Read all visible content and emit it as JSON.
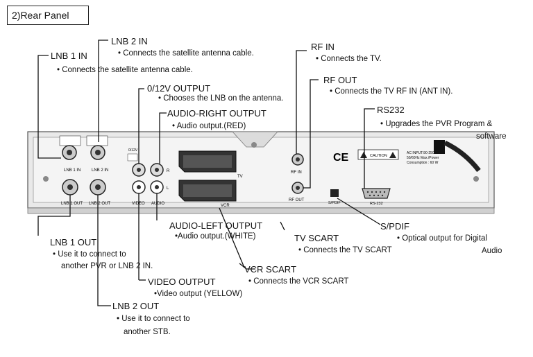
{
  "section_title": "2)Rear Panel",
  "bullet": "•",
  "callouts": {
    "lnb2_in": {
      "title": "LNB 2 IN",
      "desc": "Connects the satellite antenna cable."
    },
    "lnb1_in": {
      "title": "LNB 1 IN",
      "desc": "Connects the satellite antenna cable."
    },
    "v012_output": {
      "title": "0/12V OUTPUT",
      "desc": "Chooses the LNB on the antenna."
    },
    "audio_right": {
      "title": "AUDIO-RIGHT OUTPUT",
      "desc": "Audio output.(RED)"
    },
    "rf_in": {
      "title": "RF IN",
      "desc": "Connects the TV."
    },
    "rf_out": {
      "title": "RF OUT",
      "desc": "Connects the TV RF IN (ANT IN)."
    },
    "rs232": {
      "title": "RS232",
      "desc_line1": "Upgrades the PVR Program &",
      "desc_line2": "software"
    },
    "audio_left": {
      "title": "AUDIO-LEFT OUTPUT",
      "desc": "Audio output.(WHITE)"
    },
    "tv_scart": {
      "title": "TV SCART",
      "desc": "Connects the TV SCART"
    },
    "spdif": {
      "title": "S/PDIF",
      "desc_line1": "Optical output for Digital",
      "desc_line2": "Audio"
    },
    "lnb1_out": {
      "title": "LNB 1 OUT",
      "desc_line1": "Use it to connect to",
      "desc_line2": "another PVR or LNB 2 IN."
    },
    "vcr_scart": {
      "title": "VCR SCART",
      "desc": "Connects the VCR SCART"
    },
    "video_output": {
      "title": "VIDEO OUTPUT",
      "desc": "Video output (YELLOW)"
    },
    "lnb2_out": {
      "title": "LNB 2 OUT",
      "desc_line1": "Use it to connect to",
      "desc_line2": "another STB."
    }
  },
  "panel_labels": {
    "lnb1_in": "LNB 1 IN",
    "lnb2_in": "LNB 2 IN",
    "lnb1_out": "LNB 1 OUT",
    "lnb2_out": "LNB 2 OUT",
    "video": "VIDEO",
    "audio": "AUDIO",
    "r": "R",
    "l": "L",
    "tv": "TV",
    "vcr": "VCR",
    "rf_in": "RF IN",
    "rf_out": "RF OUT",
    "spdif": "S/PDIF",
    "rs232": "RS-232",
    "ce": "CE",
    "caution": "CAUTION",
    "v012": "0/12V",
    "ac_input_line1": "AC INPUT:90-250V ~",
    "ac_input_line2": "50/60Hz Max./Power",
    "ac_input_line3": "Consumption : 60 W"
  }
}
